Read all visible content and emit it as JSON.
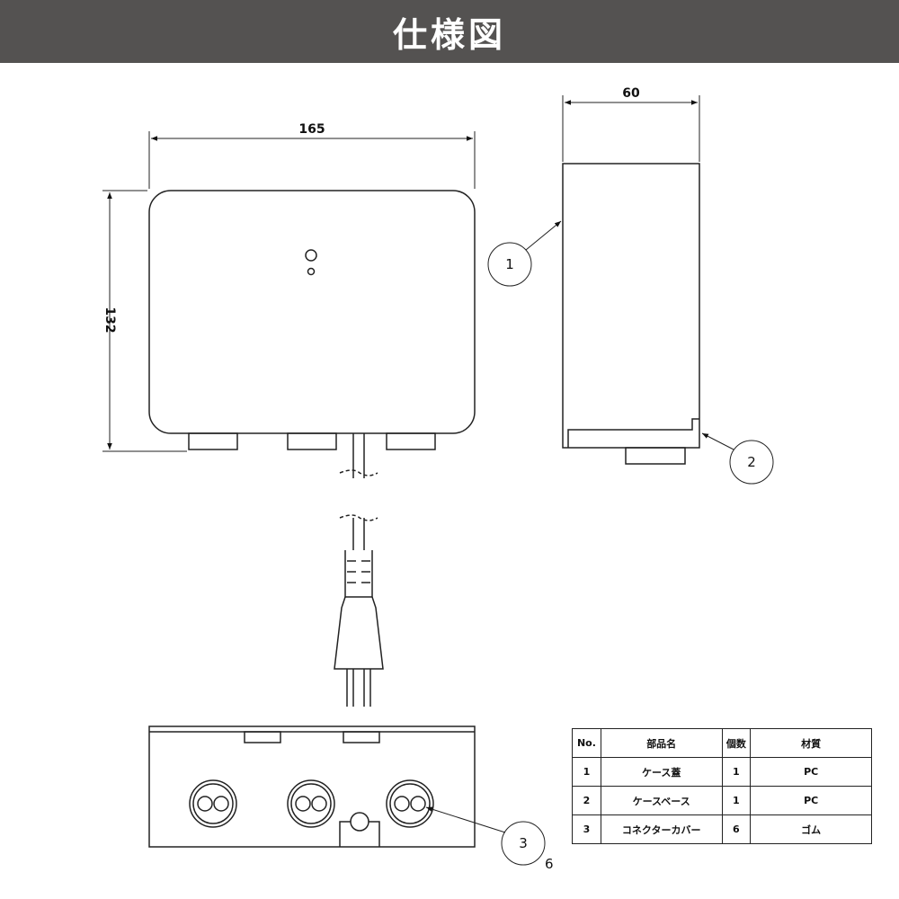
{
  "header": {
    "title": "仕様図",
    "background": "#545251",
    "text_color": "#ffffff"
  },
  "front_view": {
    "width_label": "165",
    "height_label": "132"
  },
  "side_view": {
    "depth_label": "60"
  },
  "callouts": [
    {
      "number": "1"
    },
    {
      "number": "2"
    },
    {
      "number": "3"
    }
  ],
  "bottom_view": {
    "note": "6"
  },
  "parts_table": {
    "headers": [
      "No.",
      "部品名",
      "個数",
      "材質"
    ],
    "rows": [
      {
        "no": "1",
        "name": "ケース蓋",
        "qty": "1",
        "material": "PC"
      },
      {
        "no": "2",
        "name": "ケースベース",
        "qty": "1",
        "material": "PC"
      },
      {
        "no": "3",
        "name": "コネクターカバー",
        "qty": "6",
        "material": "ゴム"
      }
    ]
  }
}
